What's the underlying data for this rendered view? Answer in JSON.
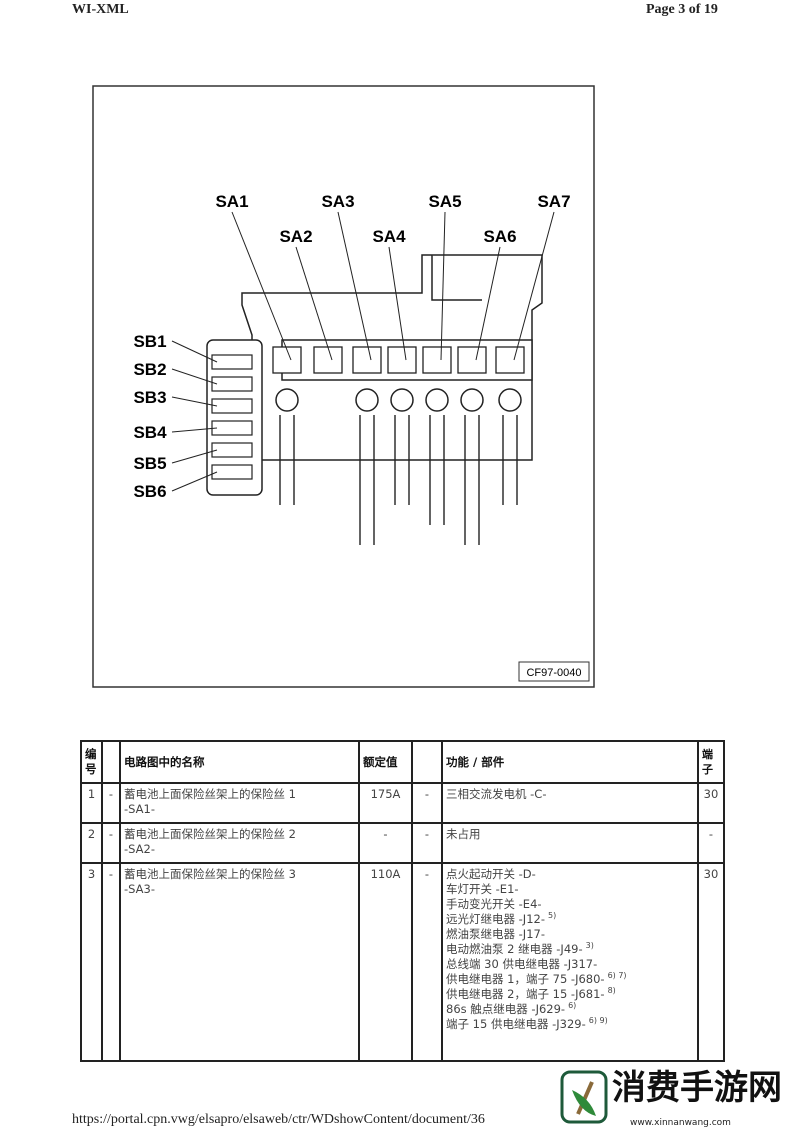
{
  "header": {
    "left": "WI-XML",
    "right": "Page 3 of 19"
  },
  "figure": {
    "sa_labels": [
      "SA1",
      "SA2",
      "SA3",
      "SA4",
      "SA5",
      "SA6",
      "SA7"
    ],
    "sb_labels": [
      "SB1",
      "SB2",
      "SB3",
      "SB4",
      "SB5",
      "SB6"
    ],
    "code": "CF97-0040"
  },
  "table": {
    "headers": [
      "编号",
      "",
      "电路图中的名称",
      "额定值",
      "",
      "功能 / 部件",
      "端子"
    ],
    "rows": [
      {
        "no": "1",
        "dash": "-",
        "name": "蓄电池上面保险丝架上的保险丝 1",
        "code": "-SA1-",
        "rating": "175A",
        "dash2": "-",
        "functions": [
          {
            "text": "三相交流发电机 -C-",
            "note": ""
          }
        ],
        "terminal": "30"
      },
      {
        "no": "2",
        "dash": "-",
        "name": "蓄电池上面保险丝架上的保险丝 2",
        "code": "-SA2-",
        "rating": "-",
        "dash2": "-",
        "functions": [
          {
            "text": "未占用",
            "note": ""
          }
        ],
        "terminal": "-"
      },
      {
        "no": "3",
        "dash": "-",
        "name": "蓄电池上面保险丝架上的保险丝 3",
        "code": "-SA3-",
        "rating": "110A",
        "dash2": "-",
        "functions": [
          {
            "text": "点火起动开关 -D-",
            "note": ""
          },
          {
            "text": "车灯开关 -E1-",
            "note": ""
          },
          {
            "text": "手动变光开关 -E4-",
            "note": ""
          },
          {
            "text": "远光灯继电器 -J12-",
            "note": "5)"
          },
          {
            "text": "燃油泵继电器 -J17-",
            "note": ""
          },
          {
            "text": "电动燃油泵 2 继电器 -J49-",
            "note": "3)"
          },
          {
            "text": "总线端 30 供电继电器 -J317-",
            "note": ""
          },
          {
            "text": "供电继电器 1，端子 75 -J680-",
            "note": "6)  7)"
          },
          {
            "text": "供电继电器 2，端子 15 -J681-",
            "note": "8)"
          },
          {
            "text": "86s 触点继电器 -J629-",
            "note": "6)"
          },
          {
            "text": "端子 15 供电继电器 -J329-",
            "note": "6)  9)"
          }
        ],
        "terminal": "30"
      }
    ]
  },
  "footer": {
    "url": "https://portal.cpn.vwg/elsapro/elsaweb/ctr/WDshowContent/document/36"
  },
  "watermark": {
    "name": "消费手游网",
    "site": "www.xinnanwang.com",
    "color": "#1e5a3a"
  }
}
